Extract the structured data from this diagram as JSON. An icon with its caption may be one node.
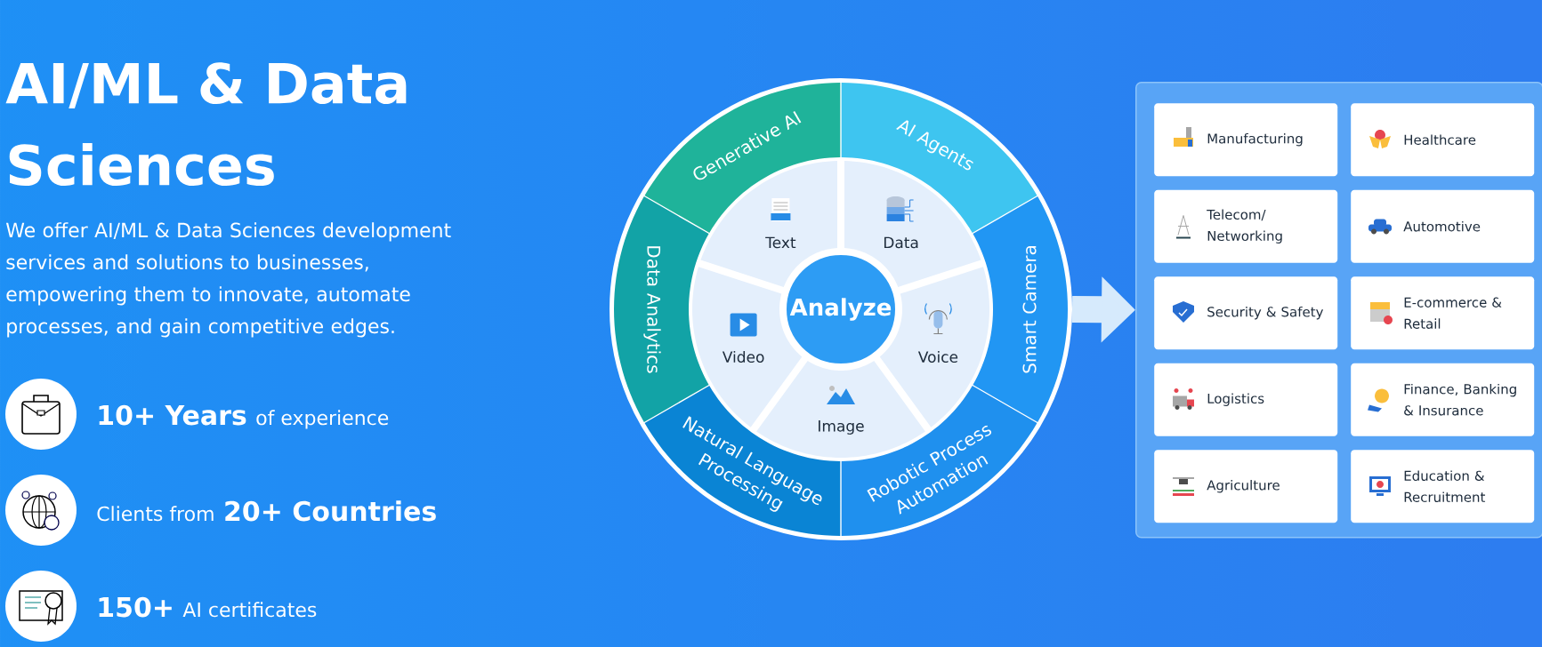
{
  "diagram": {
    "title": "AI/ML & Data Sciences",
    "nodes": [
      {
        "text": [],
        "shape": "circle"
      },
      {
        "text": [
          "Generative AI"
        ],
        "in": 0
      },
      {
        "text": [
          "AI Agents"
        ],
        "in": 0
      },
      {
        "text": [
          "Smart Camera"
        ],
        "in": 0
      },
      {
        "text": [
          "Robotic Process Automation"
        ],
        "in": 0
      },
      {
        "text": [
          "Natural Language Processing"
        ],
        "in": 0
      },
      {
        "text": [
          "Data Analytics"
        ],
        "in": 0
      },
      {
        "text": [
          "Text"
        ],
        "in": 0
      },
      {
        "text": [
          "Data"
        ],
        "in": 0
      },
      {
        "text": [
          "Voice"
        ],
        "in": 0
      },
      {
        "text": [
          "Image"
        ],
        "in": 0
      },
      {
        "text": [
          "Video"
        ],
        "in": 0
      },
      {
        "text": [
          "Analyze"
        ],
        "in": 0
      },
      {
        "text": [],
        "shape": "box"
      },
      {
        "text": [
          "Manufacturing"
        ],
        "in": 13
      },
      {
        "text": [
          "Healthcare"
        ],
        "in": 13
      },
      {
        "text": [
          "Telecom/ Networking"
        ],
        "in": 13
      },
      {
        "text": [
          "Automotive"
        ],
        "in": 13
      },
      {
        "text": [
          "Security & Safety"
        ],
        "in": 13
      },
      {
        "text": [
          "E-commerce & Retail"
        ],
        "in": 13
      },
      {
        "text": [
          "Logistics"
        ],
        "in": 13
      },
      {
        "text": [
          "Finance, Banking & Insurance"
        ],
        "in": 13
      },
      {
        "text": [
          "Agriculture"
        ],
        "in": 13
      },
      {
        "text": [
          "Education & Recruitment"
        ],
        "in": 13
      }
    ],
    "edges": [
      {
        "from": 0,
        "to": 13,
        "arrow": "to"
      }
    ],
    "labels": [
      "We offer AI/ML & Data Sciences development services and solutions to businesses, empowering them to innovate, automate processes, and gain competitive edges.",
      "10+ Years",
      "of experience",
      "Clients from",
      "20+ Countries",
      "150+",
      "AI certificates"
    ]
  }
}
